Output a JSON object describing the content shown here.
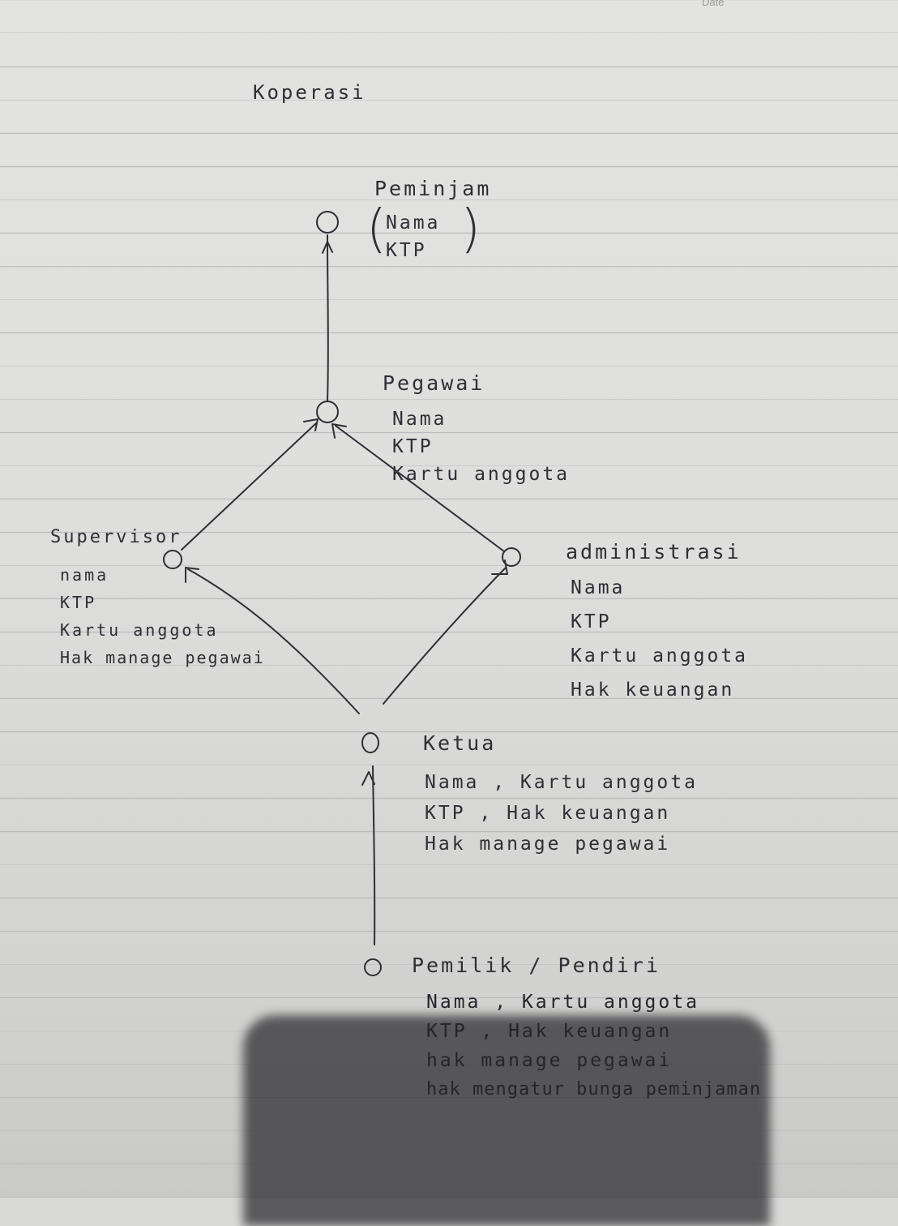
{
  "header": {
    "date_label": "Date"
  },
  "diagram": {
    "title": "Koperasi",
    "nodes": [
      {
        "id": "peminjam",
        "name": "Peminjam",
        "attributes": [
          "Nama",
          "KTP"
        ]
      },
      {
        "id": "pegawai",
        "name": "Pegawai",
        "attributes": [
          "Nama",
          "KTP",
          "Kartu anggota"
        ]
      },
      {
        "id": "supervisor",
        "name": "Supervisor",
        "attributes": [
          "nama",
          "KTP",
          "Kartu anggota",
          "Hak manage pegawai"
        ]
      },
      {
        "id": "administrasi",
        "name": "administrasi",
        "attributes": [
          "Nama",
          "KTP",
          "Kartu anggota",
          "Hak keuangan"
        ]
      },
      {
        "id": "ketua",
        "name": "Ketua",
        "attributes": [
          "Nama , Kartu anggota",
          "KTP , Hak keuangan",
          "Hak manage pegawai"
        ]
      },
      {
        "id": "pemilik",
        "name": "Pemilik / Pendiri",
        "attributes": [
          "Nama , Kartu anggota",
          "KTP , Hak keuangan",
          "hak manage pegawai",
          "hak mengatur bunga peminjaman"
        ]
      }
    ],
    "edges": [
      {
        "from": "pegawai",
        "to": "peminjam"
      },
      {
        "from": "supervisor",
        "to": "pegawai"
      },
      {
        "from": "administrasi",
        "to": "pegawai"
      },
      {
        "from": "ketua",
        "to": "supervisor"
      },
      {
        "from": "ketua",
        "to": "administrasi"
      },
      {
        "from": "pemilik",
        "to": "ketua"
      }
    ]
  }
}
